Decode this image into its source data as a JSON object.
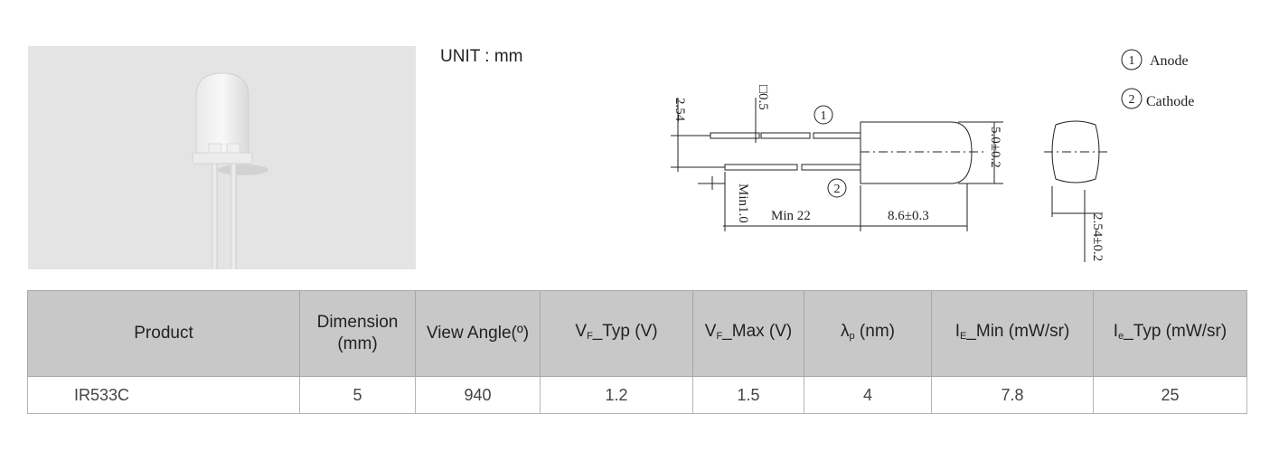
{
  "unit_label": "UNIT : mm",
  "legend": [
    {
      "num": "1",
      "label": "Anode"
    },
    {
      "num": "2",
      "label": "Cathode"
    }
  ],
  "drawing_labels": {
    "pitch": "2.54",
    "lead": "□0.5",
    "min_lead": "Min1.0",
    "min_length": "Min 22",
    "body_length": "8.6±0.3",
    "body_dia": "5.0±0.2",
    "side_pitch": "2.54±0.2",
    "pin1": "1",
    "pin2": "2"
  },
  "table": {
    "headers": {
      "product": "Product",
      "dimension_1": "Dimension",
      "dimension_2": "(mm)",
      "view_angle": "View Angle(º)",
      "vf_typ_a": "V",
      "vf_typ_sub": "F",
      "vf_typ_b": "_Typ (V)",
      "vf_max_a": "V",
      "vf_max_sub": "F",
      "vf_max_b": "_Max (V)",
      "lp_a": "λ",
      "lp_sub": "p",
      "lp_b": " (nm)",
      "ie_min_a": "I",
      "ie_min_sub": "E",
      "ie_min_b": "_Min (mW/sr)",
      "ie_typ_a": "I",
      "ie_typ_sub": "e",
      "ie_typ_b": "_Typ (mW/sr)"
    },
    "row": {
      "product": "IR533C",
      "dimension": "5",
      "view_angle": "940",
      "vf_typ": "1.2",
      "vf_max": "1.5",
      "lp": "4",
      "ie_min": "7.8",
      "ie_typ": "25"
    }
  }
}
